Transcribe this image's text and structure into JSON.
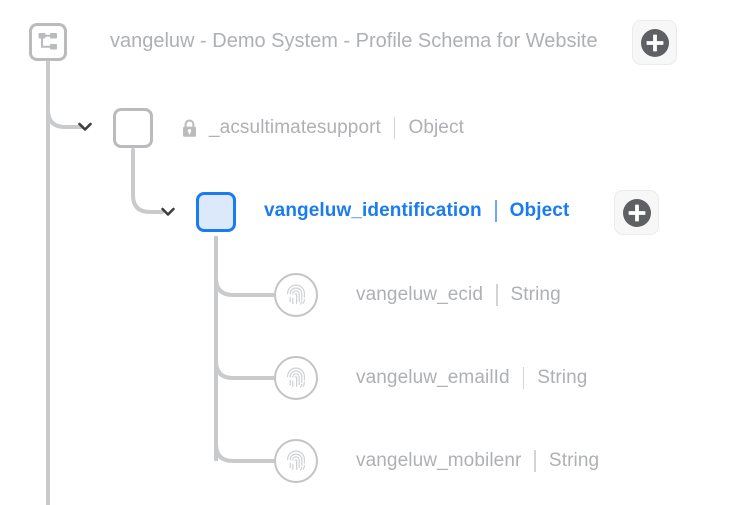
{
  "header": {
    "root_icon": "hierarchy-icon",
    "title": "vangeluw - Demo System - Profile Schema for Website",
    "add_label": "+"
  },
  "colors": {
    "accent": "#1a7cf0",
    "accent_fill": "#dce9fb",
    "muted_text": "#aeb0b3",
    "line": "#c8cacc",
    "box_border": "#b9bbbd",
    "plus_circle": "#5e6063"
  },
  "tree": {
    "nodes": [
      {
        "name": "_acsultimatesupport",
        "type": "Object",
        "icon": "lock-icon",
        "node_icon": "collapse-box",
        "caret": "chevron-down-icon",
        "selected": false,
        "has_add": false,
        "locked": true
      },
      {
        "name": "vangeluw_identification",
        "type": "Object",
        "node_icon": "collapse-box",
        "caret": "chevron-down-icon",
        "selected": true,
        "has_add": true,
        "add_label": "+",
        "locked": false
      }
    ],
    "leaves": [
      {
        "name": "vangeluw_ecid",
        "type": "String",
        "icon": "fingerprint-icon"
      },
      {
        "name": "vangeluw_emailId",
        "type": "String",
        "icon": "fingerprint-icon"
      },
      {
        "name": "vangeluw_mobilenr",
        "type": "String",
        "icon": "fingerprint-icon"
      }
    ]
  }
}
